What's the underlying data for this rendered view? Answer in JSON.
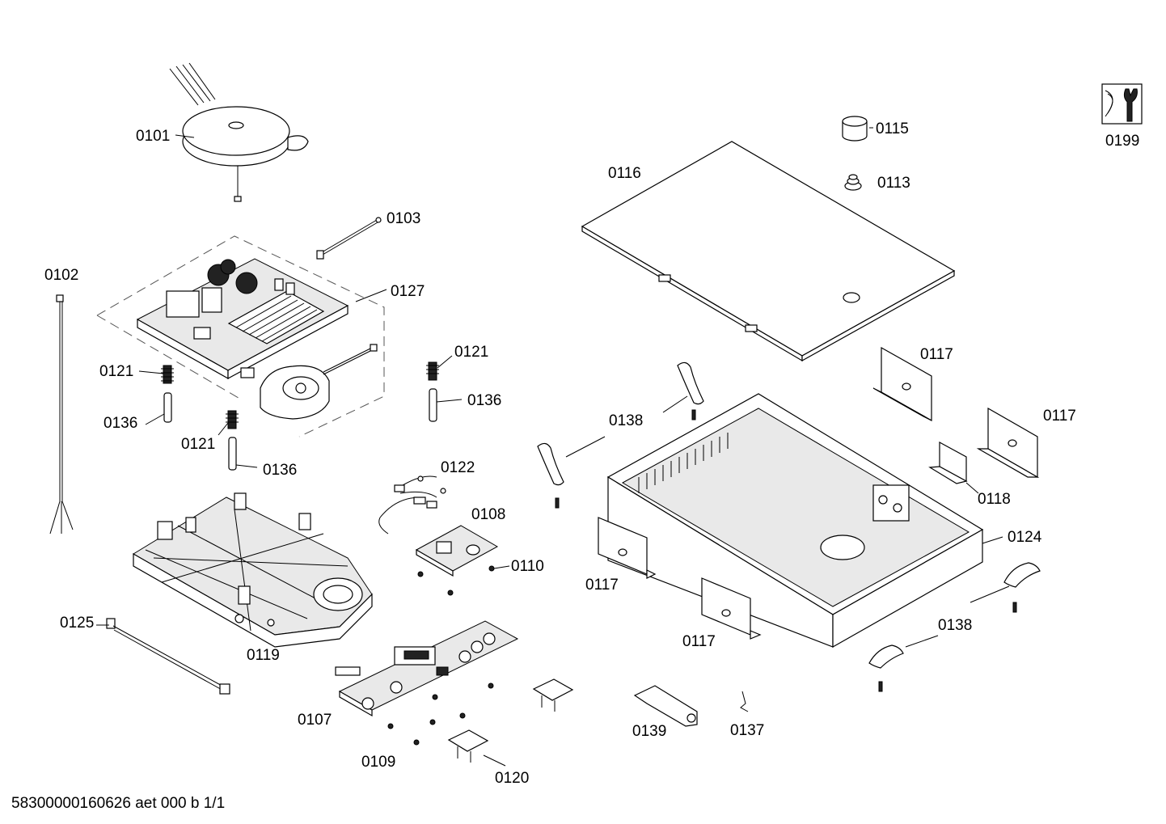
{
  "parts": [
    {
      "id": "p0101",
      "label": "0101"
    },
    {
      "id": "p0102",
      "label": "0102"
    },
    {
      "id": "p0103",
      "label": "0103"
    },
    {
      "id": "p0127",
      "label": "0127"
    },
    {
      "id": "p0121a",
      "label": "0121"
    },
    {
      "id": "p0121b",
      "label": "0121"
    },
    {
      "id": "p0121c",
      "label": "0121"
    },
    {
      "id": "p0136a",
      "label": "0136"
    },
    {
      "id": "p0136b",
      "label": "0136"
    },
    {
      "id": "p0136c",
      "label": "0136"
    },
    {
      "id": "p0122",
      "label": "0122"
    },
    {
      "id": "p0108",
      "label": "0108"
    },
    {
      "id": "p0110",
      "label": "0110"
    },
    {
      "id": "p0125",
      "label": "0125"
    },
    {
      "id": "p0119",
      "label": "0119"
    },
    {
      "id": "p0107",
      "label": "0107"
    },
    {
      "id": "p0109",
      "label": "0109"
    },
    {
      "id": "p0120",
      "label": "0120"
    },
    {
      "id": "p0139",
      "label": "0139"
    },
    {
      "id": "p0137",
      "label": "0137"
    },
    {
      "id": "p0115",
      "label": "0115"
    },
    {
      "id": "p0113",
      "label": "0113"
    },
    {
      "id": "p0116",
      "label": "0116"
    },
    {
      "id": "p0117a",
      "label": "0117"
    },
    {
      "id": "p0117b",
      "label": "0117"
    },
    {
      "id": "p0117c",
      "label": "0117"
    },
    {
      "id": "p0117d",
      "label": "0117"
    },
    {
      "id": "p0118",
      "label": "0118"
    },
    {
      "id": "p0124",
      "label": "0124"
    },
    {
      "id": "p0138a",
      "label": "0138"
    },
    {
      "id": "p0138b",
      "label": "0138"
    },
    {
      "id": "p0199",
      "label": "0199"
    }
  ],
  "footer": {
    "code": "58300000160626 aet 000 b 1/1"
  },
  "icons": {
    "tool": "service-tool-icon"
  }
}
